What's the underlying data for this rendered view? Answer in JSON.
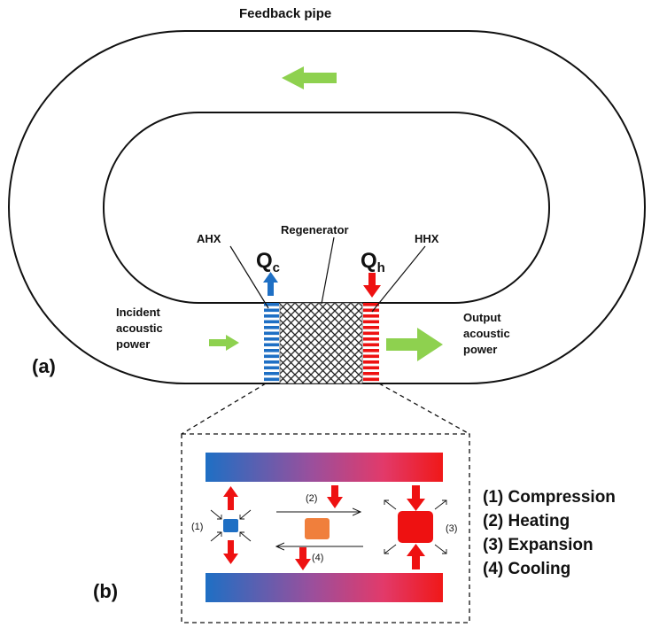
{
  "colors": {
    "cold": "#1e6fc4",
    "hot": "#ee1111",
    "flow": "#8ed14f",
    "gas_heating": "#f07f3c"
  },
  "part_a": {
    "panel_label": "(a)",
    "feedback_label": "Feedback pipe",
    "regenerator_label": "Regenerator",
    "ahx_label": "AHX",
    "hhx_label": "HHX",
    "qc_main": "Q",
    "qc_sub": "c",
    "qh_main": "Q",
    "qh_sub": "h",
    "incident_label": [
      "Incident",
      "acoustic",
      "power"
    ],
    "output_label": [
      "Output",
      "acoustic",
      "power"
    ]
  },
  "part_b": {
    "panel_label": "(b)",
    "step_labels": [
      "(1)",
      "(2)",
      "(3)",
      "(4)"
    ],
    "legend": [
      "(1) Compression",
      "(2) Heating",
      "(3) Expansion",
      "(4) Cooling"
    ]
  }
}
